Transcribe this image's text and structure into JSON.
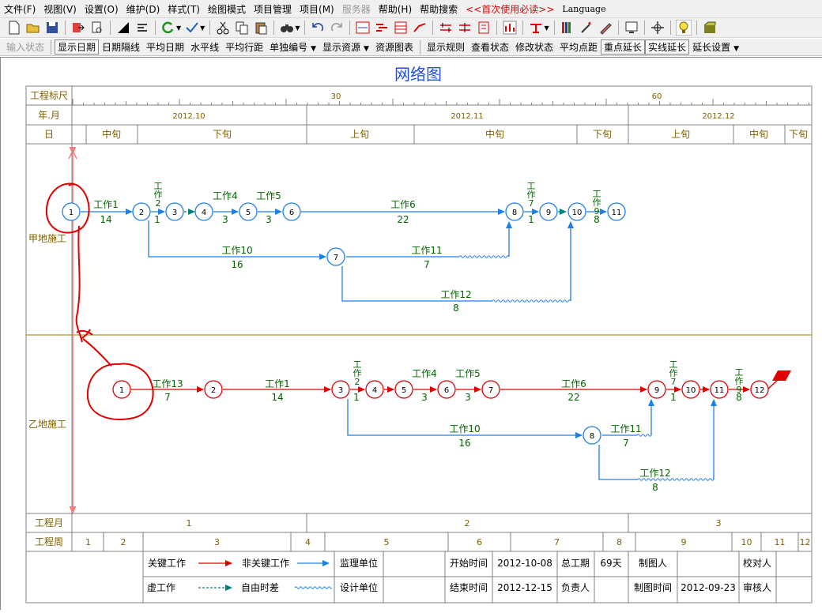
{
  "menubar": {
    "items": [
      {
        "label": "文件(F)",
        "state": "normal"
      },
      {
        "label": "视图(V)",
        "state": "normal"
      },
      {
        "label": "设置(O)",
        "state": "normal"
      },
      {
        "label": "维护(D)",
        "state": "normal"
      },
      {
        "label": "样式(T)",
        "state": "normal"
      },
      {
        "label": "绘图模式",
        "state": "normal"
      },
      {
        "label": "项目管理",
        "state": "normal"
      },
      {
        "label": "项目(M)",
        "state": "normal"
      },
      {
        "label": "服务器",
        "state": "disabled"
      },
      {
        "label": "帮助(H)",
        "state": "normal"
      },
      {
        "label": "帮助搜索",
        "state": "normal"
      },
      {
        "label": "<<首次使用必读>>",
        "state": "red"
      },
      {
        "label": "Language",
        "state": "lang"
      }
    ]
  },
  "toolbar1": {
    "icons": [
      "new-file-icon",
      "open-folder-icon",
      "save-icon",
      "sep",
      "export-icon",
      "print-preview-icon",
      "sep",
      "triangle-icon",
      "align-icon",
      "sep",
      "refresh-icon",
      "dd",
      "check-icon",
      "dd",
      "sep",
      "cut-icon",
      "copy-icon",
      "paste-icon",
      "sep",
      "binoculars-icon",
      "dd",
      "sep",
      "undo-icon",
      "redo-icon",
      "sep",
      "network-icon",
      "gantt-icon",
      "table-icon",
      "line-icon",
      "sep",
      "node-split-icon",
      "node-merge-icon",
      "tree-icon",
      "sep",
      "chart-icon",
      "sep",
      "scale-icon",
      "dd",
      "sep",
      "books-icon",
      "wand-icon",
      "pen-icon",
      "sep",
      "monitor-icon",
      "sep",
      "crosshair-icon",
      "sep",
      "bulb-icon",
      "sep",
      "package-icon"
    ]
  },
  "toolbar2": {
    "buttons": [
      {
        "label": "输入状态",
        "state": "disabled"
      },
      {
        "label": "显示日期",
        "state": "framed"
      },
      {
        "label": "日期隔线",
        "state": "normal"
      },
      {
        "label": "平均日期",
        "state": "normal"
      },
      {
        "label": "水平线",
        "state": "normal"
      },
      {
        "label": "平均行距",
        "state": "normal"
      },
      {
        "label": "单独编号",
        "state": "dropdown"
      },
      {
        "label": "显示资源",
        "state": "dropdown"
      },
      {
        "label": "资源图表",
        "state": "normal"
      },
      {
        "label": "显示规则",
        "state": "normal"
      },
      {
        "label": "查看状态",
        "state": "normal"
      },
      {
        "label": "修改状态",
        "state": "normal"
      },
      {
        "label": "平均点距",
        "state": "normal"
      },
      {
        "label": "重点延长",
        "state": "framed"
      },
      {
        "label": "实线延长",
        "state": "framed"
      },
      {
        "label": "延长设置",
        "state": "dropdown"
      }
    ]
  },
  "diagram": {
    "title": "网络图",
    "colors": {
      "critical": "#e00000",
      "noncritical": "#1e7fe8",
      "float": "#1e7fe8",
      "label": "#006600",
      "header_text": "#806000",
      "frame": "#808080"
    },
    "scale": {
      "label": "工程标尺",
      "ticks": [
        "30",
        "60"
      ]
    },
    "months": {
      "label": "年.月",
      "values": [
        "2012.10",
        "2012.11",
        "2012.12"
      ]
    },
    "days": {
      "label": "日",
      "values": [
        "中旬",
        "下旬",
        "上旬",
        "中旬",
        "下旬",
        "上旬",
        "中旬",
        "下旬"
      ]
    },
    "lanes": [
      "甲地施工",
      "乙地施工"
    ],
    "lane1": {
      "nodes": [
        "1",
        "2",
        "3",
        "4",
        "5",
        "6",
        "8",
        "9",
        "10",
        "11",
        "7"
      ],
      "activities": [
        {
          "name": "工作1",
          "dur": "14"
        },
        {
          "name": "工作2",
          "dur": "1"
        },
        {
          "name": "工作4",
          "dur": "3"
        },
        {
          "name": "工作5",
          "dur": "3"
        },
        {
          "name": "工作6",
          "dur": "22"
        },
        {
          "name": "工作7",
          "dur": "1"
        },
        {
          "name": "工作9",
          "dur": "8"
        },
        {
          "name": "工作10",
          "dur": "16"
        },
        {
          "name": "工作11",
          "dur": "7"
        },
        {
          "name": "工作12",
          "dur": "8"
        }
      ]
    },
    "lane2": {
      "nodes": [
        "1",
        "2",
        "3",
        "4",
        "5",
        "6",
        "7",
        "9",
        "10",
        "11",
        "12",
        "8"
      ],
      "activities": [
        {
          "name": "工作13",
          "dur": "7"
        },
        {
          "name": "工作1",
          "dur": "14"
        },
        {
          "name": "工作2",
          "dur": "1"
        },
        {
          "name": "工作4",
          "dur": "3"
        },
        {
          "name": "工作5",
          "dur": "3"
        },
        {
          "name": "工作6",
          "dur": "22"
        },
        {
          "name": "工作7",
          "dur": "1"
        },
        {
          "name": "工作9",
          "dur": "8"
        },
        {
          "name": "工作10",
          "dur": "16"
        },
        {
          "name": "工作11",
          "dur": "7"
        },
        {
          "name": "工作12",
          "dur": "8"
        }
      ]
    },
    "project_month": {
      "label": "工程月",
      "values": [
        "1",
        "2",
        "3"
      ]
    },
    "project_week": {
      "label": "工程周",
      "values": [
        "1",
        "2",
        "3",
        "4",
        "5",
        "6",
        "7",
        "8",
        "9",
        "10",
        "11",
        "12"
      ]
    },
    "legend": {
      "critical": "关键工作",
      "noncritical": "非关键工作",
      "dummy": "虚工作",
      "free_float": "自由时差",
      "supervision": "监理单位",
      "design": "设计单位",
      "start_label": "开始时间",
      "start_value": "2012-10-08",
      "end_label": "结束时间",
      "end_value": "2012-12-15",
      "duration_label": "总工期",
      "duration_value": "69天",
      "manager_label": "负责人",
      "drawer_label": "制图人",
      "draw_time_label": "制图时间",
      "draw_time_value": "2012-09-23",
      "proof_label": "校对人",
      "review_label": "审核人"
    }
  }
}
